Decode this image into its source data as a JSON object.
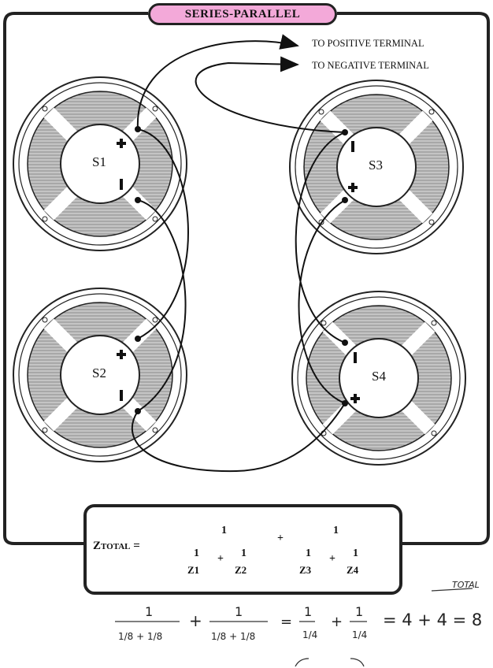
{
  "title": "SERIES-PARALLEL",
  "terminals": {
    "positive": "TO POSITIVE TERMINAL",
    "negative": "TO NEGATIVE TERMINAL"
  },
  "speakers": [
    {
      "id": "S1",
      "label": "S1"
    },
    {
      "id": "S2",
      "label": "S2"
    },
    {
      "id": "S3",
      "label": "S3"
    },
    {
      "id": "S4",
      "label": "S4"
    }
  ],
  "formula": {
    "lhs": "Z",
    "lhs_sub": "TOTAL",
    "equals": "=",
    "one": "1",
    "plus": "+",
    "z1": "Z1",
    "z2": "Z2",
    "z3": "Z3",
    "z4": "Z4"
  },
  "handwritten": {
    "note": "TOTAL",
    "calc_rhs": "= 4 + 4 = 8",
    "eight": "8"
  }
}
